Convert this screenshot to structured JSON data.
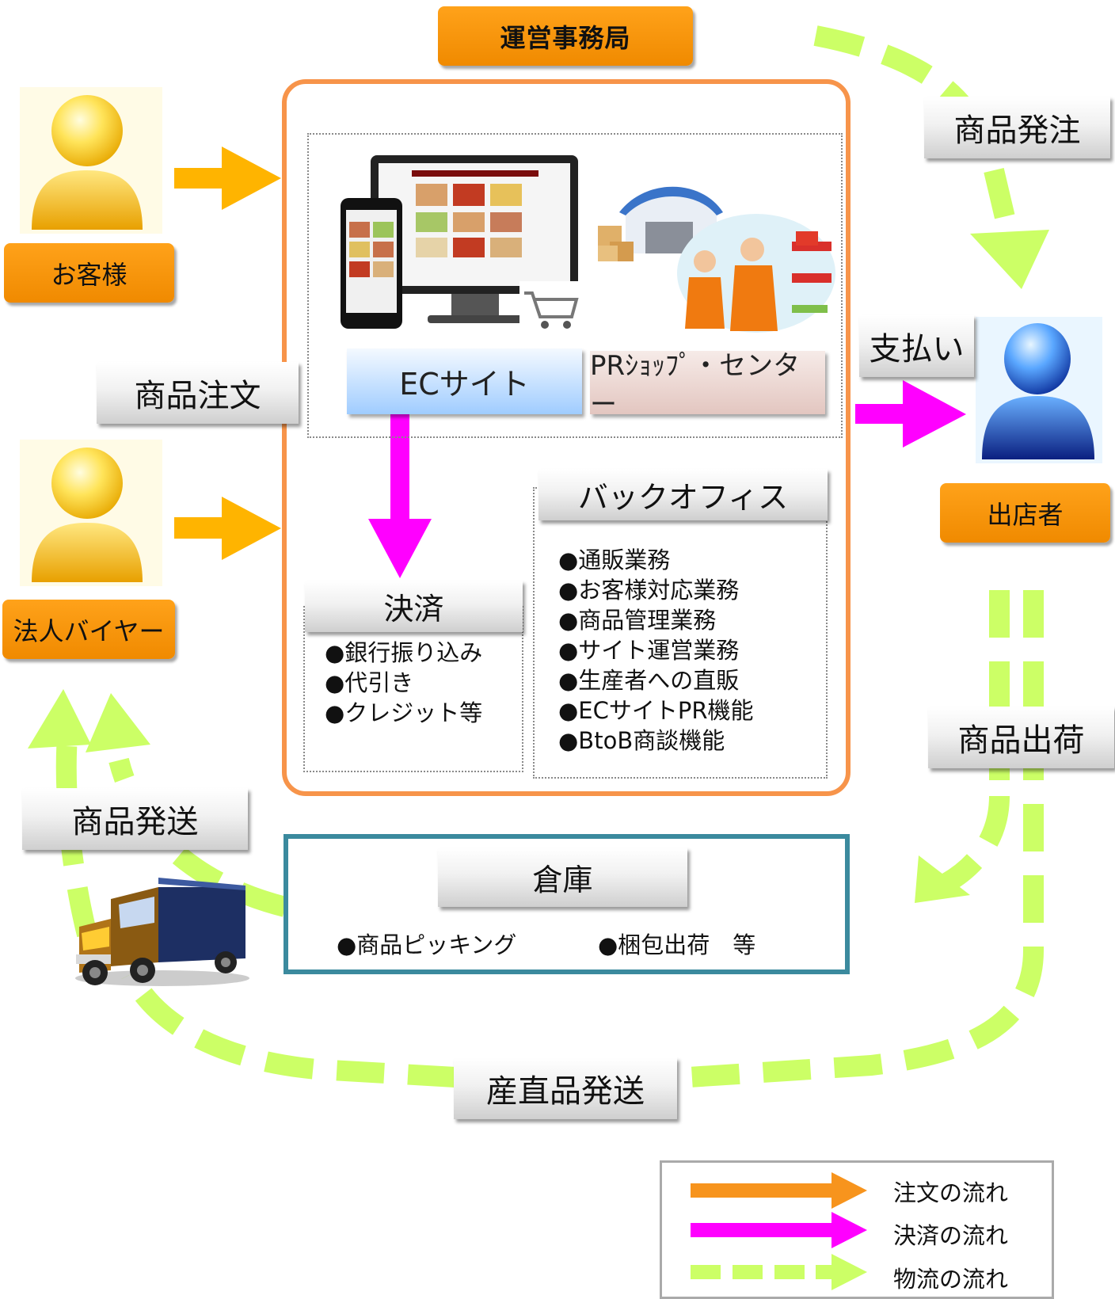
{
  "colors": {
    "order_flow": "#f7941d",
    "payment_flow": "#ff00ff",
    "logistics_flow": "#ccff66",
    "label_orange": "#f7941d",
    "main_border": "#f7944a",
    "warehouse_border": "#3b8a9e"
  },
  "header": {
    "office": "運営事務局"
  },
  "actors": {
    "customer": "お客様",
    "corporate_buyer": "法人バイヤー",
    "seller": "出店者"
  },
  "flow_labels": {
    "product_order": "商品注文",
    "product_ordering": "商品発注",
    "payment": "支払い",
    "shipment": "商品出荷",
    "delivery": "商品発送",
    "direct_delivery": "産直品発送"
  },
  "platform": {
    "ec_site": "ECサイト",
    "pr_shop": "PRｼｮｯﾌﾟ・センター"
  },
  "settlement": {
    "title": "決済",
    "items": [
      "●銀行振り込み",
      "●代引き",
      "●クレジット等"
    ]
  },
  "back_office": {
    "title": "バックオフィス",
    "items": [
      "●通販業務",
      "●お客様対応業務",
      "●商品管理業務",
      "●サイト運営業務",
      "●生産者への直販",
      "●ECサイトPR機能",
      "●BtoB商談機能"
    ]
  },
  "warehouse": {
    "title": "倉庫",
    "items": [
      "●商品ピッキング",
      "●梱包出荷　等"
    ]
  },
  "legend": {
    "order": "注文の流れ",
    "payment": "決済の流れ",
    "logistics": "物流の流れ"
  },
  "icons": {
    "customer": "person-yellow-icon",
    "buyer": "person-yellow-icon",
    "seller": "person-blue-icon",
    "devices": "pc-smartphone-cart-icon",
    "store": "warehouse-staff-icon",
    "truck": "delivery-truck-icon"
  }
}
